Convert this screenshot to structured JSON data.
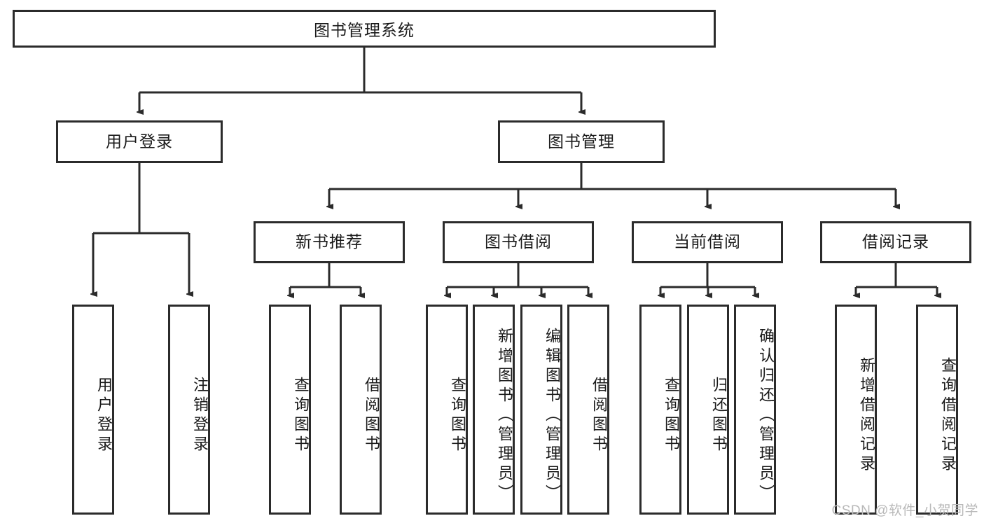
{
  "diagram": {
    "title": "图书管理系统",
    "type": "tree-hierarchy-diagram",
    "colors": {
      "background": "#ffffff",
      "box_border": "#2b2b2b",
      "box_fill": "#ffffff",
      "text": "#1a1a1a",
      "connector": "#2b2b2b",
      "watermark": "#b9b9b9"
    },
    "root": {
      "label": "图书管理系统"
    },
    "level2": [
      {
        "label": "用户登录"
      },
      {
        "label": "图书管理"
      }
    ],
    "level3": [
      {
        "label": "新书推荐"
      },
      {
        "label": "图书借阅"
      },
      {
        "label": "当前借阅"
      },
      {
        "label": "借阅记录"
      }
    ],
    "leaves": {
      "user_login": [
        {
          "label": "用户登录"
        },
        {
          "label": "注销登录"
        }
      ],
      "new_book_recommend": [
        {
          "label": "查询图书"
        },
        {
          "label": "借阅图书"
        }
      ],
      "book_borrow": [
        {
          "label": "查询图书"
        },
        {
          "label": "新增图书（管理员）"
        },
        {
          "label": "编辑图书（管理员）"
        },
        {
          "label": "借阅图书"
        }
      ],
      "current_borrow": [
        {
          "label": "查询图书"
        },
        {
          "label": "归还图书"
        },
        {
          "label": "确认归还（管理员）"
        }
      ],
      "borrow_record": [
        {
          "label": "新增借阅记录"
        },
        {
          "label": "查询借阅记录"
        }
      ]
    },
    "watermark": "CSDN @软件_小贺同学"
  }
}
